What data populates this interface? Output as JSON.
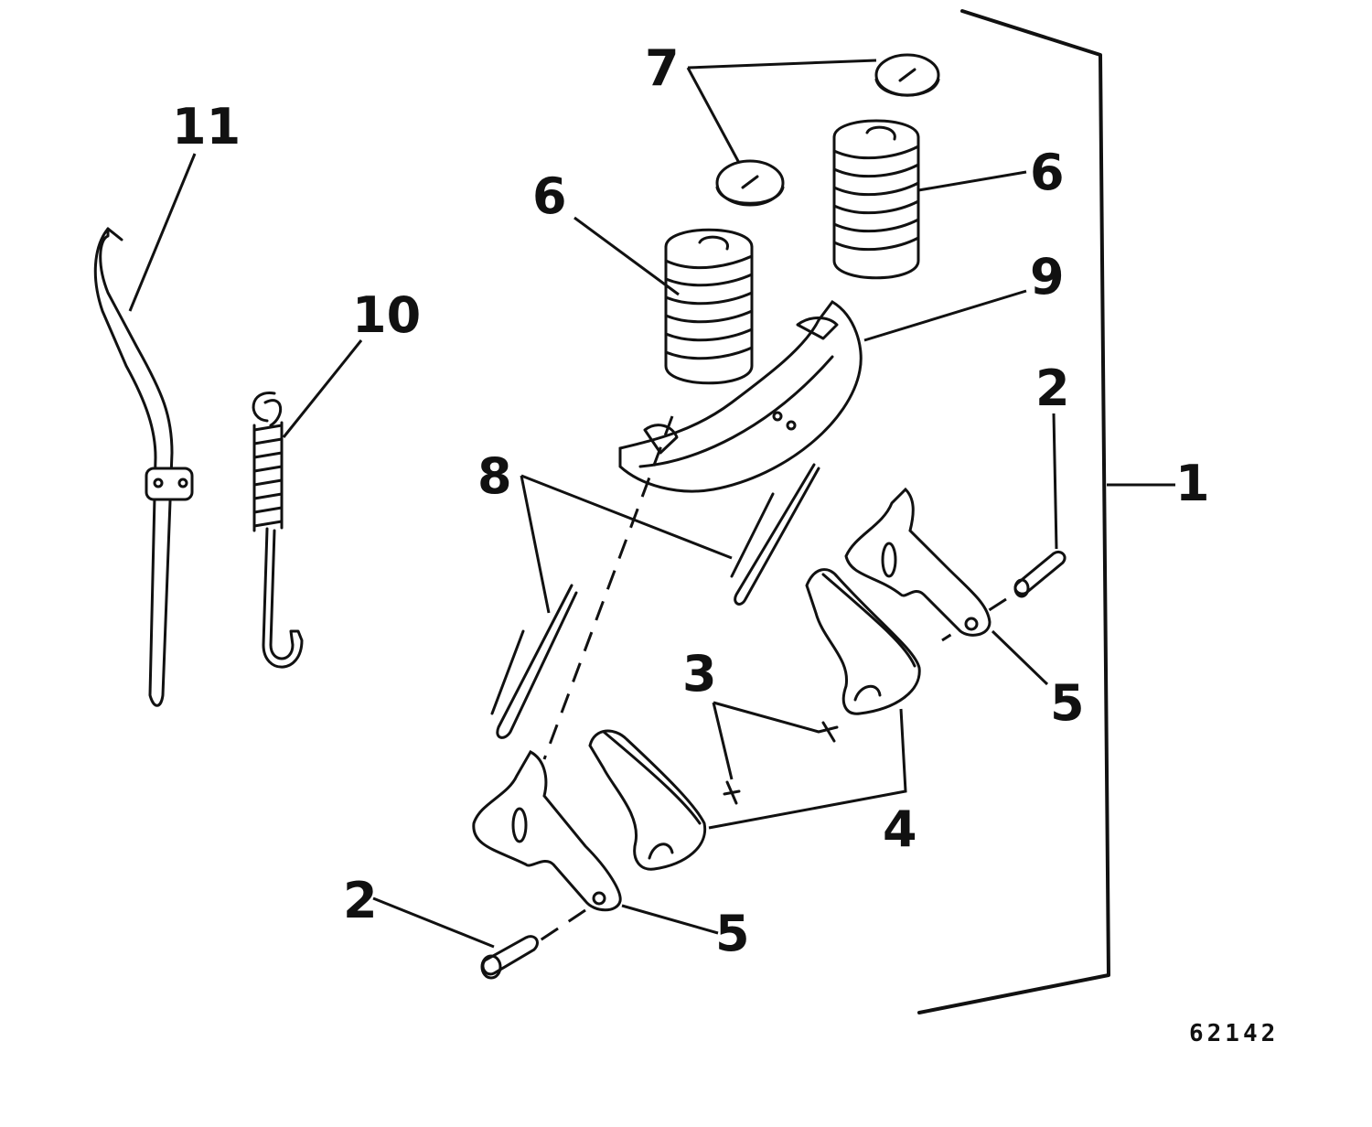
{
  "figure_number": "62142",
  "callouts": {
    "c1": "1",
    "c2a": "2",
    "c2b": "2",
    "c3": "3",
    "c4": "4",
    "c5a": "5",
    "c5b": "5",
    "c6a": "6",
    "c6b": "6",
    "c7": "7",
    "c8": "8",
    "c9": "9",
    "c10": "10",
    "c11": "11"
  }
}
